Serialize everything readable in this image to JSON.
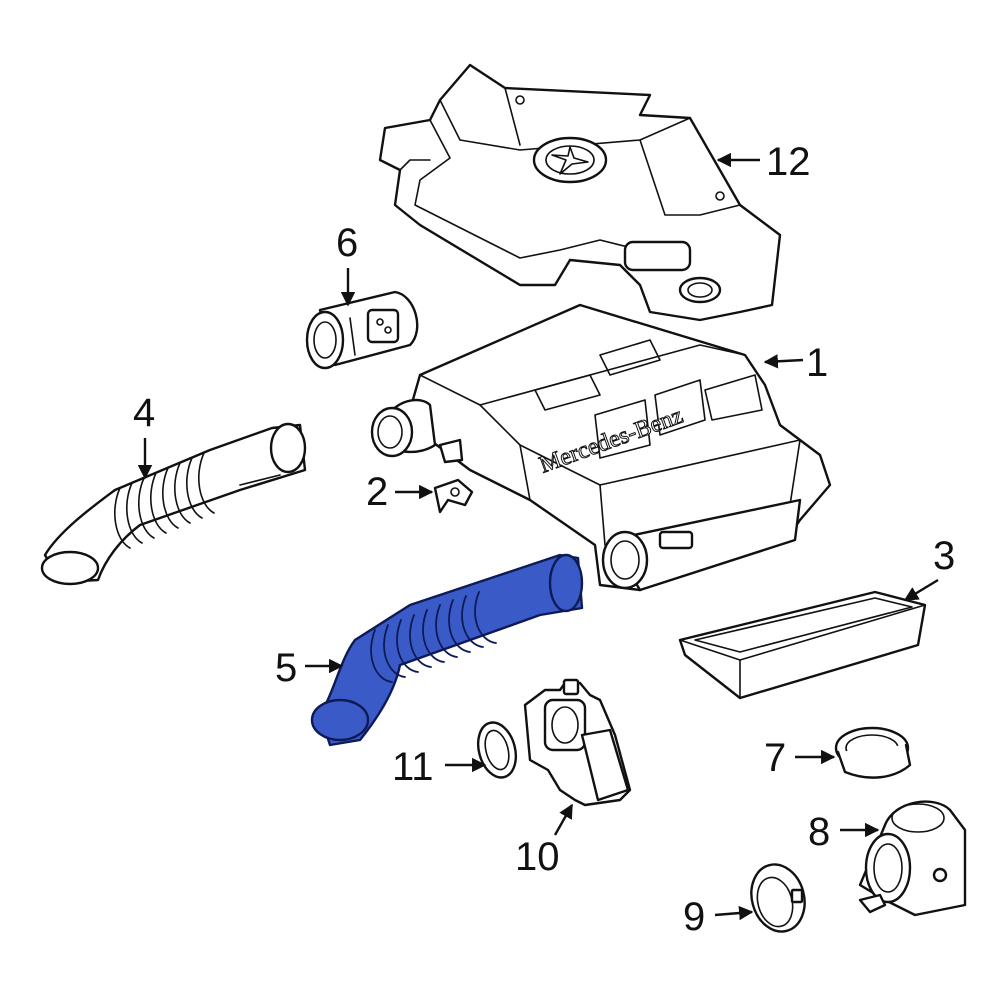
{
  "brand_text": "Mercedes-Benz",
  "highlight_color": "#3a5bc7",
  "callouts": [
    {
      "id": "1",
      "label": "1"
    },
    {
      "id": "2",
      "label": "2"
    },
    {
      "id": "3",
      "label": "3"
    },
    {
      "id": "4",
      "label": "4"
    },
    {
      "id": "5",
      "label": "5"
    },
    {
      "id": "6",
      "label": "6"
    },
    {
      "id": "7",
      "label": "7"
    },
    {
      "id": "8",
      "label": "8"
    },
    {
      "id": "9",
      "label": "9"
    },
    {
      "id": "10",
      "label": "10"
    },
    {
      "id": "11",
      "label": "11"
    },
    {
      "id": "12",
      "label": "12"
    }
  ]
}
